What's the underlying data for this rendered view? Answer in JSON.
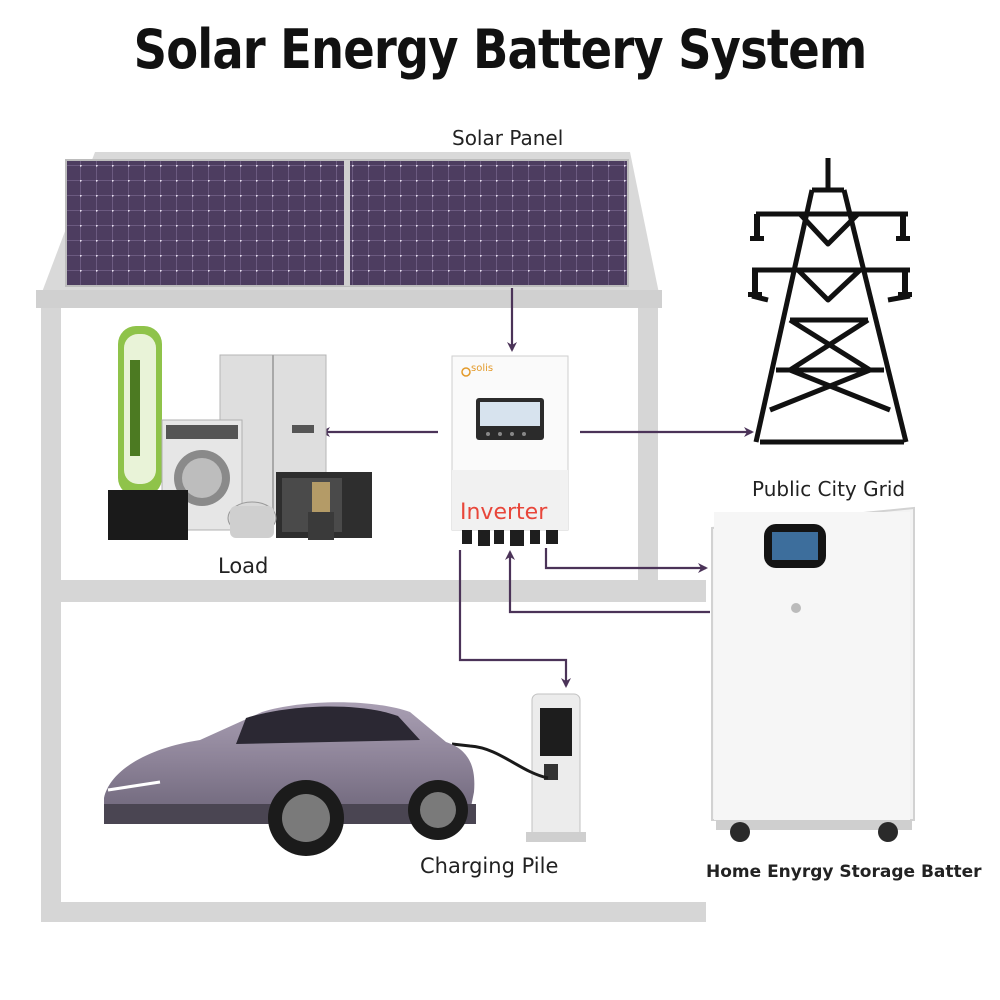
{
  "title": "Solar Energy Battery System",
  "labels": {
    "solar_panel": "Solar Panel",
    "load": "Load",
    "inverter": "Inverter",
    "public_grid": "Public City Grid",
    "charging_pile": "Charging Pile",
    "home_storage": "Home Enyrgy Storage Batter",
    "inverter_brand": "solis"
  },
  "colors": {
    "house_frame": "#d6d6d6",
    "panel": "#4a3a5c",
    "arrow": "#4b3358",
    "inverter_label": "#e8463a"
  }
}
